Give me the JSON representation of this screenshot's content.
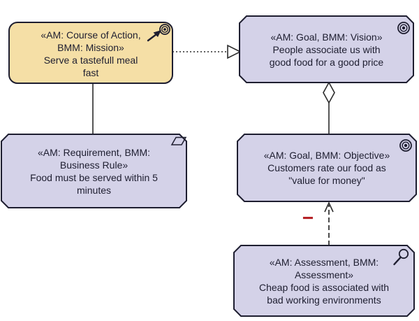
{
  "diagram": {
    "kind": "archimate-bmm-motivation-diagram",
    "background": "#FFFFFF",
    "colors": {
      "course_of_action_fill": "#F5DFA6",
      "motivation_fill": "#D4D2E8",
      "border": "#1E1E30",
      "text": "#1E1E30",
      "connector": "#2B2B2B",
      "negative_label": "#B52025"
    },
    "nodes": [
      {
        "id": "course-of-action",
        "icon": "course-of-action-icon",
        "fill": "#F5DFA6",
        "lines": [
          "«AM: Course of Action,",
          "BMM: Mission»",
          "Serve a tastefull meal",
          "fast"
        ]
      },
      {
        "id": "goal-vision",
        "icon": "goal-target-icon",
        "fill": "#D4D2E8",
        "lines": [
          "«AM: Goal, BMM: Vision»",
          "People associate us with",
          "good food for a good price"
        ]
      },
      {
        "id": "requirement",
        "icon": "requirement-parallelogram-icon",
        "fill": "#D4D2E8",
        "lines": [
          "«AM: Requirement, BMM:",
          "Business Rule»",
          "Food must be served within 5",
          "minutes"
        ]
      },
      {
        "id": "goal-objective",
        "icon": "goal-target-icon",
        "fill": "#D4D2E8",
        "lines": [
          "«AM: Goal, BMM: Objective»",
          "Customers rate our food as",
          "\"value for money\""
        ]
      },
      {
        "id": "assessment",
        "icon": "assessment-magnifier-icon",
        "fill": "#D4D2E8",
        "lines": [
          "«AM: Assessment, BMM:",
          "Assessment»",
          "Cheap food is associated with",
          "bad working environments"
        ]
      }
    ],
    "connectors": [
      {
        "id": "realization",
        "style": "dotted-line-hollow-triangle",
        "from": "course-of-action",
        "to": "goal-vision"
      },
      {
        "id": "association",
        "style": "solid-line",
        "from": "course-of-action",
        "to": "requirement"
      },
      {
        "id": "aggregation",
        "style": "solid-line-hollow-diamond",
        "from": "goal-vision",
        "to": "goal-objective"
      },
      {
        "id": "influence",
        "style": "dashed-line-open-arrow",
        "from": "assessment",
        "to": "goal-objective",
        "label": "−"
      }
    ]
  }
}
